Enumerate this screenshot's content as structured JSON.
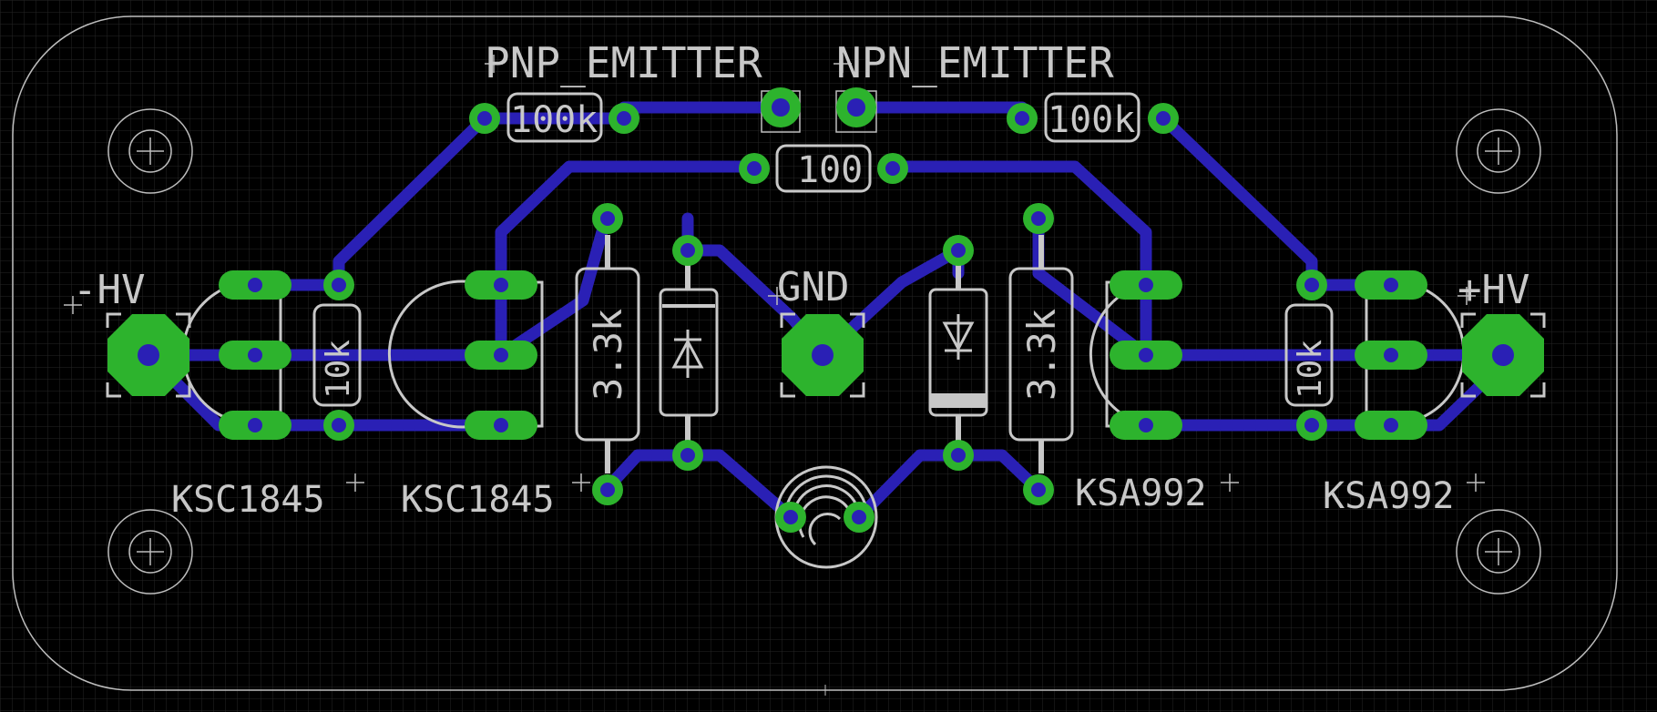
{
  "labels": {
    "pnp_emitter": "PNP_EMITTER",
    "npn_emitter": "NPN_EMITTER",
    "minus_hv": "-HV",
    "plus_hv": "+HV",
    "gnd": "GND",
    "ksc1845_a": "KSC1845",
    "ksc1845_b": "KSC1845",
    "ksa992_a": "KSA992",
    "ksa992_b": "KSA992"
  },
  "resistors": {
    "r_100k_left": "100k",
    "r_100k_right": "100k",
    "r_100": "100",
    "r_10k_left": "10k",
    "r_10k_right": "10k",
    "r_3k3_left": "3.3k",
    "r_3k3_right": "3.3k"
  },
  "colors": {
    "background": "#000000",
    "grid": "#2b2b2b",
    "silkscreen": "#c8c8c8",
    "trace": "#2a20b5",
    "pad": "#2db32d"
  }
}
